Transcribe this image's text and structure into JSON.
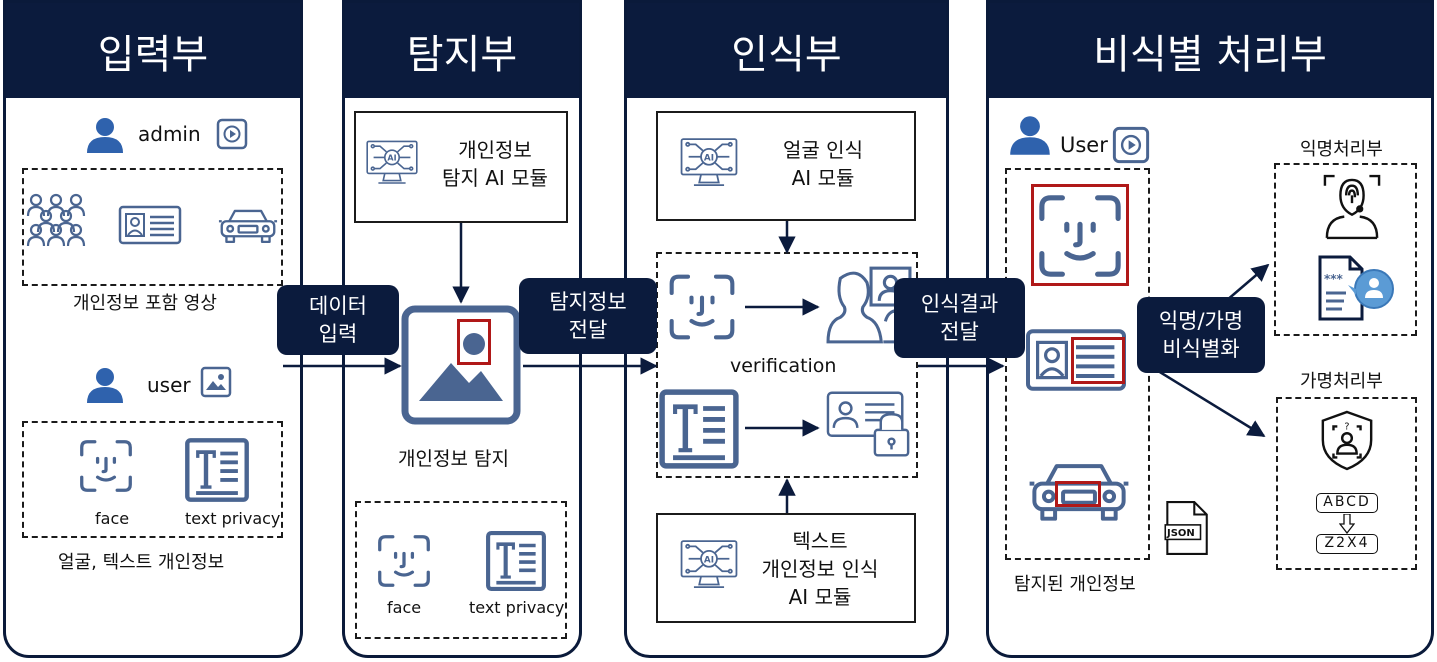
{
  "panels": {
    "input": {
      "title": "입력부"
    },
    "detect": {
      "title": "탐지부"
    },
    "recog": {
      "title": "인식부"
    },
    "deid": {
      "title": "비식별 처리부"
    }
  },
  "input": {
    "admin_label": "admin",
    "video_caption": "개인정보 포함 영상",
    "user_label": "user",
    "face_label": "face",
    "text_label": "text privacy",
    "face_text_caption": "얼굴, 텍스트 개인정보"
  },
  "detect": {
    "module_text": "개인정보\n탐지 AI 모듈",
    "detect_caption": "개인정보 탐지",
    "face_label": "face",
    "text_label": "text privacy"
  },
  "recog": {
    "face_module_text": "얼굴 인식\nAI 모듈",
    "verification_label": "verification",
    "text_module_text": "텍스트\n개인정보 인식\nAI 모듈"
  },
  "deid": {
    "user_label": "User",
    "detected_caption": "탐지된 개인정보",
    "json_label": "JSON",
    "anon_title": "익명처리부",
    "pseudo_title": "가명처리부",
    "plain_code": "ABCD",
    "cipher_code": "Z2X4"
  },
  "connectors": {
    "data_input": "데이터\n입력",
    "detect_transfer": "탐지정보\n전달",
    "recog_transfer": "인식결과\n전달",
    "anon_pseudo": "익명/가명\n비식별화"
  },
  "colors": {
    "navy": "#0b1b3d",
    "icon_blue": "#4a6591",
    "person_blue": "#2f62ad",
    "highlight_red": "#b01818"
  },
  "icons": [
    "person-icon",
    "play-icon",
    "image-icon",
    "group-icon",
    "id-card-icon",
    "car-icon",
    "face-id-icon",
    "text-doc-icon",
    "ai-monitor-icon",
    "photo-icon",
    "users-icon",
    "id-lock-icon",
    "json-file-icon",
    "fingerprint-head-icon",
    "masked-doc-icon",
    "shield-person-icon"
  ]
}
